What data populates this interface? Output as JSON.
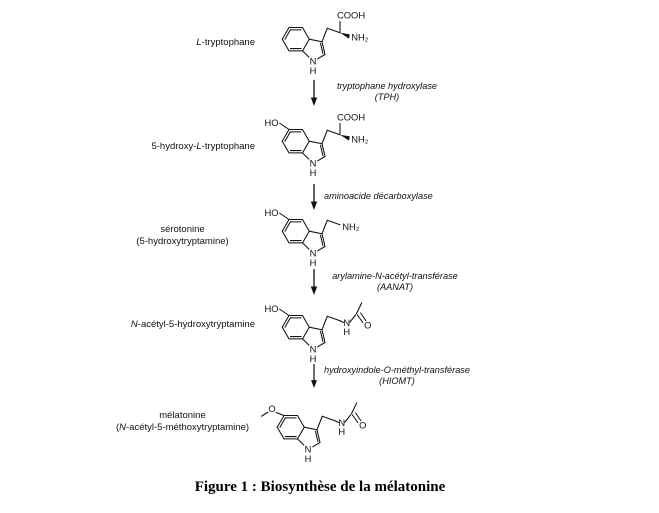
{
  "caption": "Figure 1 : Biosynthèse de la mélatonine",
  "atoms": {
    "cooh": "COOH",
    "nh2": "NH₂",
    "ho": "HO",
    "o": "O",
    "n": "N",
    "h": "H"
  },
  "steps": [
    {
      "name": {
        "l1": {
          "pre": "",
          "it": "L",
          "post": "-tryptophane"
        }
      },
      "enzyme": {
        "l1": "tryptophane hydroxylase",
        "l2": "(TPH)"
      },
      "structure": {
        "sub": "none",
        "chain": "aa"
      }
    },
    {
      "name": {
        "l1": {
          "pre": "5-hydroxy-",
          "it": "L",
          "post": "-tryptophane"
        }
      },
      "enzyme": {
        "l1": "aminoacide décarboxylase",
        "l2": ""
      },
      "structure": {
        "sub": "HO",
        "chain": "aa"
      }
    },
    {
      "name": {
        "l1": {
          "pre": "sérotonine",
          "it": "",
          "post": ""
        },
        "l2": {
          "pre": "(5-hydroxytryptamine)",
          "it": "",
          "post": ""
        }
      },
      "enzyme": {
        "l1": "arylamine-N-acétyl-transférase",
        "l2": "(AANAT)"
      },
      "structure": {
        "sub": "HO",
        "chain": "amine"
      }
    },
    {
      "name": {
        "l1": {
          "pre": "",
          "it": "N",
          "post": "-acétyl-5-hydroxytryptamine"
        }
      },
      "enzyme": {
        "l1": "hydroxyindole-O-méthyl-transférase",
        "l2": "(HIOMT)"
      },
      "structure": {
        "sub": "HO",
        "chain": "acetamide"
      }
    },
    {
      "name": {
        "l1": {
          "pre": "mélatonine",
          "it": "",
          "post": ""
        },
        "l2": {
          "pre": "(",
          "it": "N",
          "post": "-acétyl-5-méthoxytryptamine)"
        }
      },
      "structure": {
        "sub": "MeO",
        "chain": "acetamide"
      }
    }
  ]
}
